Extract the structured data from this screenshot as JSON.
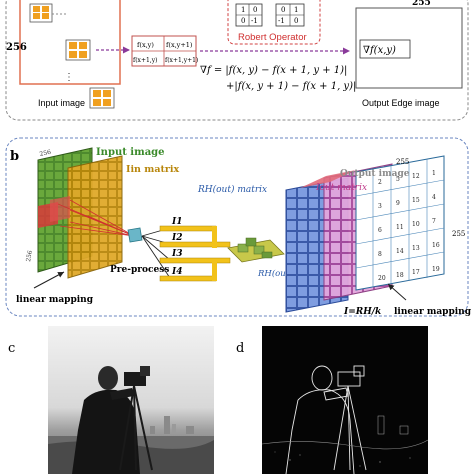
{
  "panel_a": {
    "dim_left": "256",
    "dim_right": "255",
    "f_matrix": [
      "f(x,y)",
      "f(x,y+1)",
      "f(x+1,y)",
      "f(x+1,y+1)"
    ],
    "robert_matrix_1": [
      "1",
      "0",
      "0",
      "-1"
    ],
    "robert_matrix_2": [
      "0",
      "1",
      "-1",
      "0"
    ],
    "robert_label": "Robert Operator",
    "formula_line1": "∇f = |f(x, y) − f(x + 1, y + 1)|",
    "formula_line2": "+|f(x, y + 1) − f(x + 1, y)|",
    "output_symbol": "∇f(x,y)",
    "input_caption": "Input image",
    "output_caption": "Output Edge image"
  },
  "panel_b": {
    "label": "b",
    "input_title": "Input image",
    "in_matrix": "Iin matrix",
    "dim_256_top": "256",
    "dim_256_side": "256",
    "pre_process": "Pre-process",
    "rh_matrix": "RH(out) matrix",
    "rh_small": "RH(out)",
    "output_title": "Output image",
    "out_matrix": "Iout matrix",
    "dim_255_top": "255",
    "dim_255_side": "255",
    "i_labels": [
      "I1",
      "I2",
      "I3",
      "I4"
    ],
    "linear_left": "linear mapping",
    "linear_right": "linear mapping",
    "equation": "I=RH/k",
    "grid_numbers": [
      "2",
      "5",
      "12",
      "1",
      "3",
      "9",
      "15",
      "4",
      "6",
      "11",
      "10",
      "7",
      "8",
      "14",
      "13",
      "16",
      "20",
      "18",
      "17",
      "19"
    ]
  },
  "panel_c": {
    "label": "c"
  },
  "panel_d": {
    "label": "d"
  }
}
